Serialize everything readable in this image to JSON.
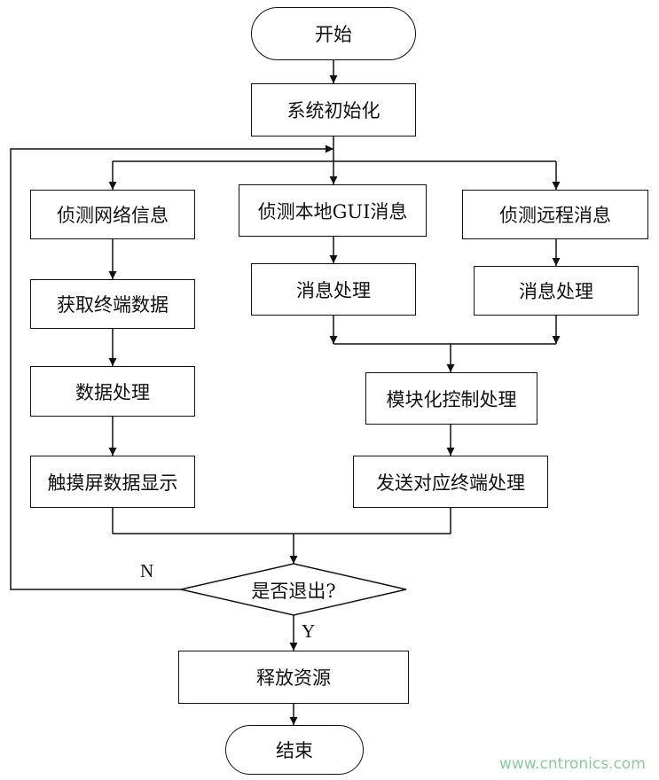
{
  "nodes": {
    "start": "开始",
    "init": "系统初始化",
    "detect_network": "侦测网络信息",
    "get_terminal": "获取终端数据",
    "data_process": "数据处理",
    "touch_display": "触摸屏数据显示",
    "detect_gui": "侦测本地GUI消息",
    "msg_process_local": "消息处理",
    "detect_remote": "侦测远程消息",
    "msg_process_remote": "消息处理",
    "module_control": "模块化控制处理",
    "send_terminal": "发送对应终端处理",
    "decision": "是否退出?",
    "release": "释放资源",
    "end": "结束"
  },
  "labels": {
    "no": "N",
    "yes": "Y"
  },
  "watermark": "www.cntronics.com"
}
